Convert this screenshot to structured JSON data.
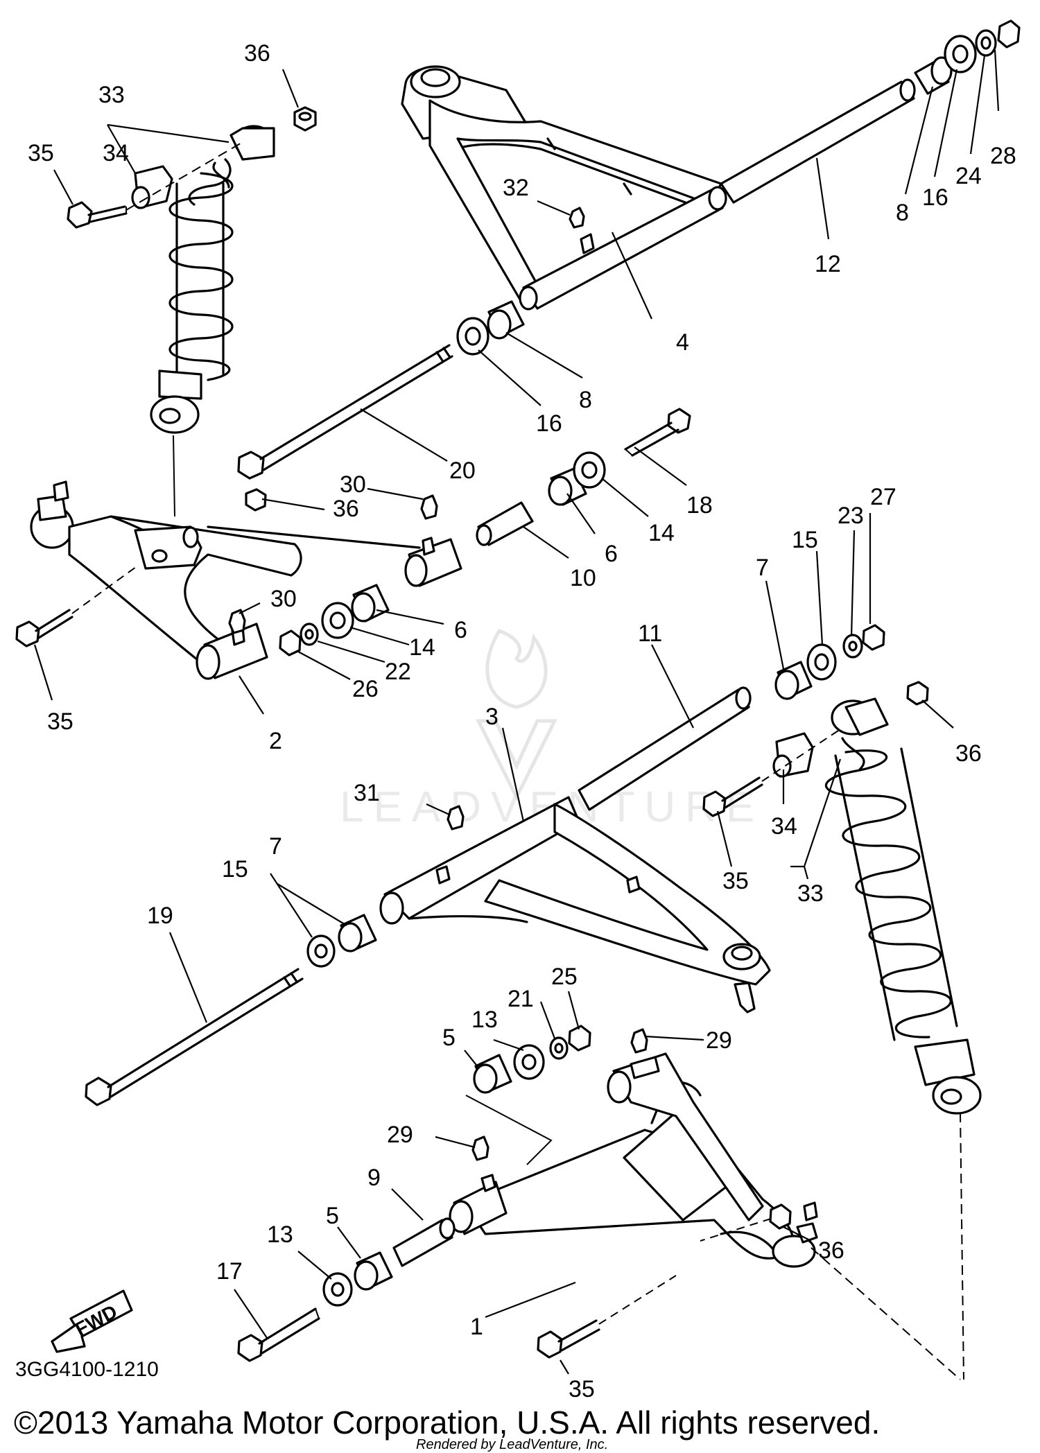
{
  "diagram": {
    "code": "3GG4100-1210",
    "copyright": "©2013 Yamaha Motor Corporation, U.S.A. All rights reserved.",
    "rendered_by": "Rendered by LeadVenture, Inc.",
    "watermark": "LEADVENTURE",
    "fwd_label": "FWD"
  },
  "callouts": [
    {
      "id": "c36a",
      "text": "36"
    },
    {
      "id": "c33a",
      "text": "33"
    },
    {
      "id": "c34a",
      "text": "34"
    },
    {
      "id": "c35a",
      "text": "35"
    },
    {
      "id": "c32",
      "text": "32"
    },
    {
      "id": "c28",
      "text": "28"
    },
    {
      "id": "c24",
      "text": "24"
    },
    {
      "id": "c16a",
      "text": "16"
    },
    {
      "id": "c8a",
      "text": "8"
    },
    {
      "id": "c12",
      "text": "12"
    },
    {
      "id": "c4",
      "text": "4"
    },
    {
      "id": "c8b",
      "text": "8"
    },
    {
      "id": "c16b",
      "text": "16"
    },
    {
      "id": "c20",
      "text": "20"
    },
    {
      "id": "c18",
      "text": "18"
    },
    {
      "id": "c30a",
      "text": "30"
    },
    {
      "id": "c36b",
      "text": "36"
    },
    {
      "id": "c14a",
      "text": "14"
    },
    {
      "id": "c6a",
      "text": "6"
    },
    {
      "id": "c10",
      "text": "10"
    },
    {
      "id": "c27",
      "text": "27"
    },
    {
      "id": "c23",
      "text": "23"
    },
    {
      "id": "c15a",
      "text": "15"
    },
    {
      "id": "c7a",
      "text": "7"
    },
    {
      "id": "c30b",
      "text": "30"
    },
    {
      "id": "c6b",
      "text": "6"
    },
    {
      "id": "c14b",
      "text": "14"
    },
    {
      "id": "c22",
      "text": "22"
    },
    {
      "id": "c26",
      "text": "26"
    },
    {
      "id": "c35b",
      "text": "35"
    },
    {
      "id": "c2",
      "text": "2"
    },
    {
      "id": "c11",
      "text": "11"
    },
    {
      "id": "c3",
      "text": "3"
    },
    {
      "id": "c36c",
      "text": "36"
    },
    {
      "id": "c31",
      "text": "31"
    },
    {
      "id": "c34b",
      "text": "34"
    },
    {
      "id": "c35c",
      "text": "35"
    },
    {
      "id": "c33b",
      "text": "33"
    },
    {
      "id": "c15b",
      "text": "15"
    },
    {
      "id": "c7b",
      "text": "7"
    },
    {
      "id": "c19",
      "text": "19"
    },
    {
      "id": "c25",
      "text": "25"
    },
    {
      "id": "c21",
      "text": "21"
    },
    {
      "id": "c13a",
      "text": "13"
    },
    {
      "id": "c5a",
      "text": "5"
    },
    {
      "id": "c29a",
      "text": "29"
    },
    {
      "id": "c29b",
      "text": "29"
    },
    {
      "id": "c9",
      "text": "9"
    },
    {
      "id": "c5b",
      "text": "5"
    },
    {
      "id": "c13b",
      "text": "13"
    },
    {
      "id": "c17",
      "text": "17"
    },
    {
      "id": "c1",
      "text": "1"
    },
    {
      "id": "c36d",
      "text": "36"
    },
    {
      "id": "c35d",
      "text": "35"
    }
  ]
}
